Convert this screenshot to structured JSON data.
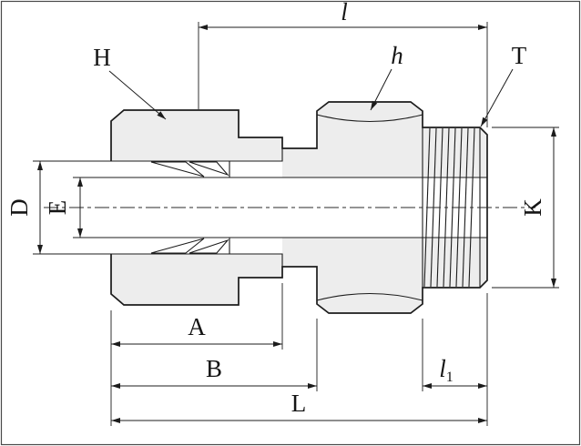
{
  "drawing": {
    "background": "#ffffff",
    "line_color": "#1c1c1c",
    "fill_color": "#ededed",
    "hatch_color": "#3a3a3a"
  },
  "labels": {
    "H": "H",
    "h": "h",
    "T": "T",
    "l": "l",
    "D": "D",
    "E": "E",
    "K": "K",
    "A": "A",
    "B": "B",
    "L": "L",
    "l1_base": "l",
    "l1_sub": "1"
  }
}
